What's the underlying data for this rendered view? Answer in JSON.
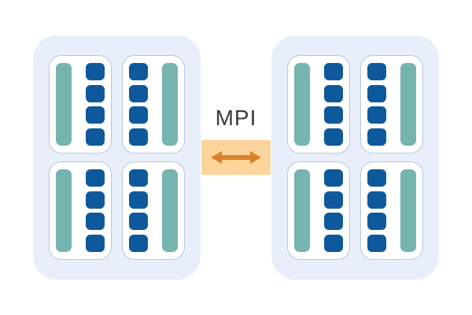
{
  "diagram": {
    "mpi_label": "MPI",
    "link": {
      "icon": "double-arrow-icon"
    },
    "nodes": [
      {
        "id": "compute-node-left",
        "sockets": [
          {
            "variant": "bar-left",
            "cores": 4
          },
          {
            "variant": "bar-right",
            "cores": 4
          },
          {
            "variant": "bar-left",
            "cores": 4
          },
          {
            "variant": "bar-right",
            "cores": 4
          }
        ]
      },
      {
        "id": "compute-node-right",
        "sockets": [
          {
            "variant": "bar-left",
            "cores": 4
          },
          {
            "variant": "bar-right",
            "cores": 4
          },
          {
            "variant": "bar-left",
            "cores": 4
          },
          {
            "variant": "bar-right",
            "cores": 4
          }
        ]
      }
    ]
  },
  "colors": {
    "page_bg": "#FFFFFF",
    "node_bg": "#E8EFFA",
    "card_bg": "#FFFFFF",
    "card_border": "#B9C5DB",
    "memory_teal": "#76B4AF",
    "core_blue": "#0E599C",
    "band_bg": "#FBD49B",
    "arrow_orange": "#D9822C",
    "label_text": "#3B3B3B"
  }
}
